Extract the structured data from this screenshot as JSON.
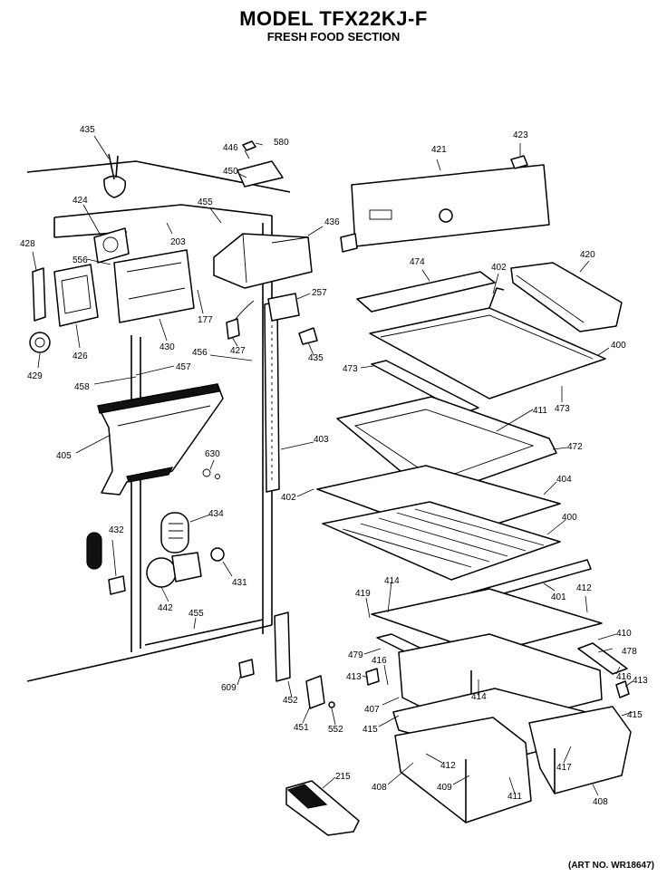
{
  "header": {
    "model": "MODEL TFX22KJ-F",
    "section": "FRESH FOOD SECTION"
  },
  "footer": {
    "art_no": "(ART NO. WR18647)"
  },
  "callouts": [
    "435",
    "446",
    "580",
    "421",
    "423",
    "450",
    "424",
    "455",
    "203",
    "436",
    "428",
    "556",
    "474",
    "402",
    "420",
    "257",
    "177",
    "426",
    "430",
    "427",
    "429",
    "435",
    "456",
    "457",
    "458",
    "473",
    "400",
    "473",
    "411",
    "405",
    "630",
    "403",
    "472",
    "404",
    "402",
    "434",
    "400",
    "432",
    "431",
    "401",
    "442",
    "412",
    "419",
    "414",
    "410",
    "455",
    "479",
    "478",
    "416",
    "413",
    "416",
    "413",
    "609",
    "407",
    "414",
    "415",
    "452",
    "451",
    "552",
    "415",
    "412",
    "417",
    "408",
    "409",
    "411",
    "408",
    "215"
  ]
}
